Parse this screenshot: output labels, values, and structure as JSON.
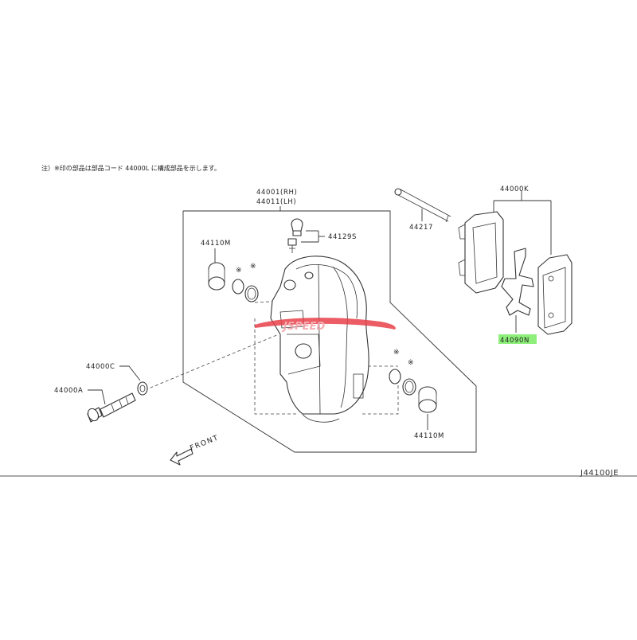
{
  "note": "注）※印の部品は部品コード 44000L に構成部品を示します。",
  "labels": {
    "caliper_rh": "44001(RH)",
    "caliper_lh": "44011(LH)",
    "bleeder": "44129S",
    "piston_top": "44110M",
    "piston_bottom": "44110M",
    "pin": "44217",
    "pad_kit": "44000K",
    "shim": "44090N",
    "washer": "44000C",
    "bolt": "44000A",
    "seal_mark": "※"
  },
  "front_label": "FRONT",
  "diagram_code": "J44100JE",
  "watermark": "JSPEED",
  "colors": {
    "highlight": "#8ef07a",
    "watermark": "#e8404a"
  }
}
